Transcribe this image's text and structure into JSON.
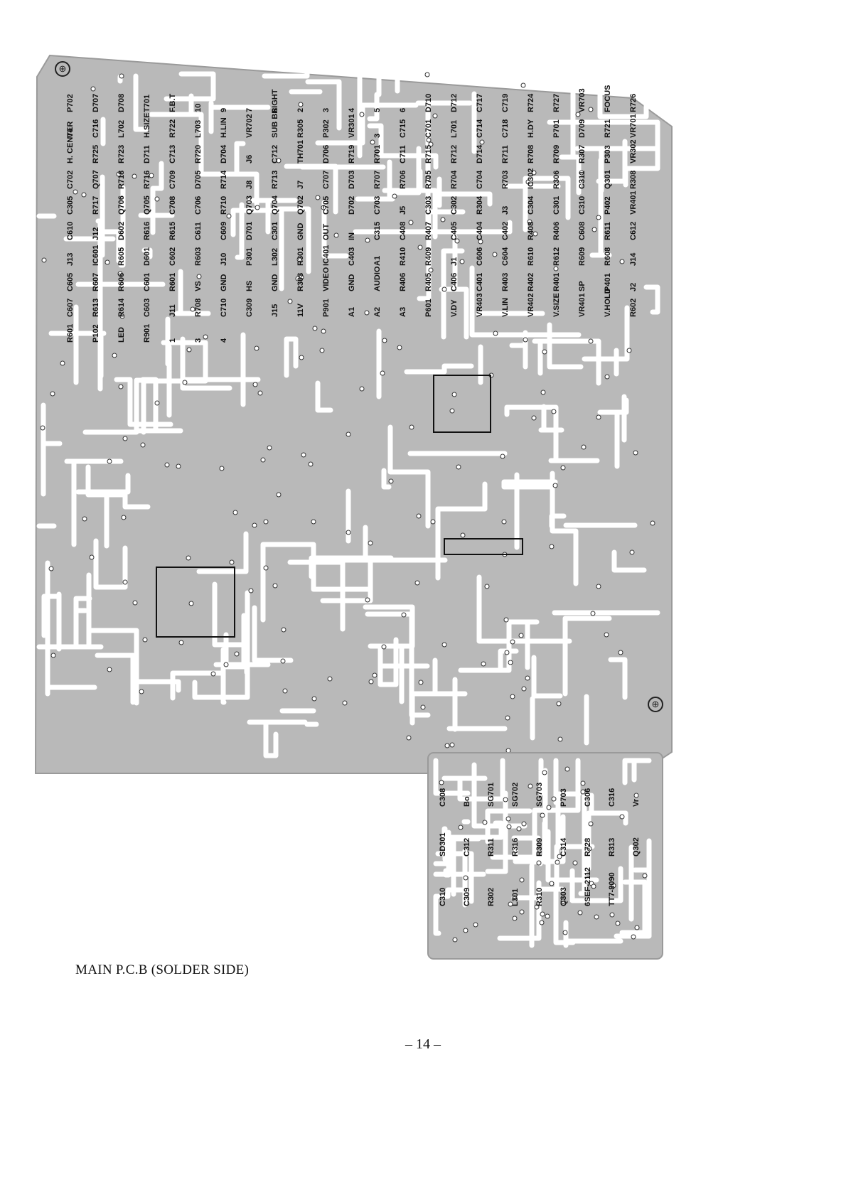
{
  "caption": "MAIN P.C.B (SOLDER SIDE)",
  "page_number": "– 14 –",
  "colors": {
    "board": "#b9b9b9",
    "trace": "#ffffff",
    "ink": "#111111"
  },
  "main_board": {
    "component_labels": [
      "P702",
      "D707",
      "D708",
      "T701",
      "F.B.T",
      "10",
      "9",
      "7",
      "8",
      "2",
      "3",
      "4",
      "5",
      "6",
      "D710",
      "D712",
      "C717",
      "C719",
      "R724",
      "R727",
      "VR703",
      "FOCUS",
      "R726",
      "V4",
      "C716",
      "L702",
      "H.SIZE",
      "R722",
      "L703",
      "H.LIN",
      "VR702",
      "SUB BRIGHT",
      "R305",
      "P302",
      "VR301",
      "3",
      "C715",
      "C701",
      "L701",
      "C714",
      "C718",
      "H.DY",
      "P701",
      "D709",
      "R721",
      "VR701",
      "H. CENTER",
      "R725",
      "R723",
      "D711",
      "C713",
      "R720",
      "D704",
      "J6",
      "C712",
      "TH701",
      "D706",
      "R719",
      "R701",
      "C711",
      "R715",
      "R712",
      "D714",
      "R711",
      "R708",
      "R709",
      "R307",
      "P303",
      "VR302",
      "C702",
      "Q707",
      "R718",
      "R716",
      "C709",
      "D705",
      "R714",
      "J8",
      "R713",
      "J7",
      "C707",
      "D703",
      "R707",
      "R706",
      "R705",
      "R704",
      "C704",
      "R703",
      "IC302",
      "R306",
      "C311",
      "Q301",
      "R308",
      "C305",
      "R717",
      "Q706",
      "Q705",
      "C708",
      "C706",
      "R710",
      "Q703",
      "Q704",
      "Q702",
      "C705",
      "D702",
      "C703",
      "J5",
      "C303",
      "C302",
      "R304",
      "J3",
      "C304",
      "C301",
      "C310",
      "P402",
      "VR401",
      "C610",
      "J12",
      "D602",
      "R616",
      "R615",
      "C611",
      "C609",
      "D701",
      "C301",
      "GND",
      "OUT",
      "IN",
      "C315",
      "C408",
      "R407",
      "C405",
      "C404",
      "C402",
      "R408",
      "R406",
      "C608",
      "R611",
      "C612",
      "J13",
      "IC601",
      "R605",
      "D601",
      "C602",
      "R603",
      "J10",
      "P301",
      "L302",
      "R301",
      "IC401",
      "C403",
      "A1",
      "R410",
      "R409",
      "J1",
      "C606",
      "C604",
      "R610",
      "R612",
      "R609",
      "R608",
      "J14",
      "C605",
      "R607",
      "R606",
      "C601",
      "R601",
      "VS",
      "GND",
      "HS",
      "GND",
      "R303",
      "VIDEO",
      "GND",
      "AUDIO",
      "R406",
      "R405",
      "C406",
      "C401",
      "R403",
      "R402",
      "R401",
      "SP",
      "P401",
      "J2",
      "C607",
      "R613",
      "R614",
      "C603",
      "J11",
      "R708",
      "C710",
      "C309",
      "J15",
      "11V",
      "P901",
      "A1",
      "A2",
      "A3",
      "P601",
      "V.DY",
      "VR403",
      "V.LIN",
      "VR402",
      "V.SIZE",
      "VR401",
      "V.HOLD",
      "R602",
      "R601",
      "P102",
      "LED",
      "R901",
      "1",
      "3",
      "4"
    ]
  },
  "cathode_board": {
    "component_labels": [
      "C308",
      "Bo",
      "SG701",
      "SG702",
      "SG703",
      "P703",
      "C306",
      "C316",
      "Vr",
      "SD301",
      "C312",
      "R311",
      "R316",
      "R309",
      "C314",
      "R728",
      "R313",
      "Q302",
      "C310",
      "C309",
      "R302",
      "L301",
      "R310",
      "Q303",
      "6SEF-2112",
      "TT7-8090"
    ]
  }
}
